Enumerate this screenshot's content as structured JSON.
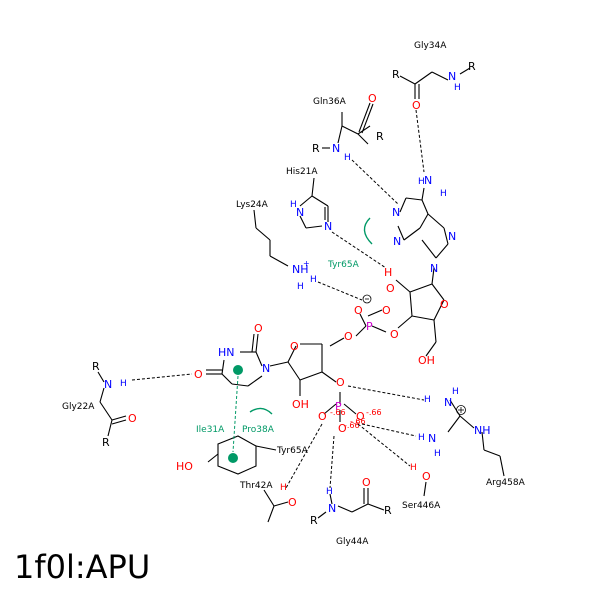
{
  "title": "1f0l:APU",
  "residues": {
    "gly34": "Gly34A",
    "gln36": "Gln36A",
    "his21": "His21A",
    "lys24": "Lys24A",
    "tyr65_hydrophobic": "Tyr65A",
    "gly22": "Gly22A",
    "ile31": "Ile31A",
    "pro38": "Pro38A",
    "tyr65": "Tyr65A",
    "thr42": "Thr42A",
    "gly44": "Gly44A",
    "ser446": "Ser446A",
    "arg458": "Arg458A"
  },
  "charges": {
    "c1": "-.66",
    "c2": "-.66",
    "c3": "-.66",
    "c4": "-.66"
  },
  "colors": {
    "nitrogen": "#0000ff",
    "oxygen": "#ff0000",
    "phosphorus": "#cc00cc",
    "hydrophobic": "#009966",
    "bond": "#000000"
  }
}
